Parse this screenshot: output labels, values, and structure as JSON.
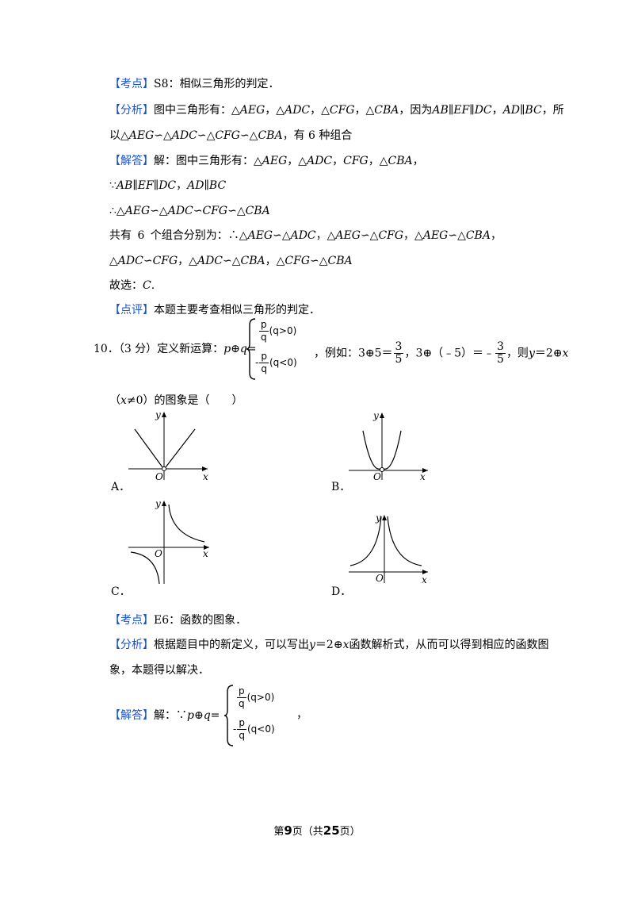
{
  "block1": {
    "kaodian_tag": "【考点】",
    "kaodian_text": "S8：相似三角形的判定．",
    "fenxi_tag": "【分析】",
    "fenxi_line1_a": "图中三角形有：△",
    "fenxi_line1_b": "AEG",
    "fenxi_line1_c": "，△",
    "fenxi_line1_d": "ADC",
    "fenxi_line1_e": "，△",
    "fenxi_line1_f": "CFG",
    "fenxi_line1_g": "，△",
    "fenxi_line1_h": "CBA",
    "fenxi_line1_i": "，因为",
    "fenxi_line1_j": "AB∥EF∥DC",
    "fenxi_line1_k": "，",
    "fenxi_line1_l": "AD∥BC",
    "fenxi_line1_m": "，所",
    "fenxi_line2_a": "以△",
    "fenxi_line2_b": "AEG",
    "fenxi_line2_c": "∽△",
    "fenxi_line2_d": "ADC",
    "fenxi_line2_e": "∽△",
    "fenxi_line2_f": "CFG",
    "fenxi_line2_g": "∽△",
    "fenxi_line2_h": "CBA",
    "fenxi_line2_i": "，有 6 种组合",
    "jieda_tag": "【解答】",
    "jieda_line1_a": "解：图中三角形有：△",
    "jieda_line1_b": "AEG",
    "jieda_line1_c": "，△",
    "jieda_line1_d": "ADC",
    "jieda_line1_e": "，",
    "jieda_line1_f": "CFG",
    "jieda_line1_g": "，△",
    "jieda_line1_h": "CBA",
    "jieda_line1_i": "，",
    "because_sym": "∵",
    "because_text": "AB∥EF∥DC",
    "because_sep": "，",
    "because_text2": "AD∥BC",
    "therefore_sym": "∴△",
    "therefore_text": "AEG",
    "therefore_b": "∽△",
    "therefore_c": "ADC",
    "therefore_d": "∽",
    "therefore_e": "CFG",
    "therefore_f": "∽△",
    "therefore_g": "CBA",
    "total_line1_a": "共有 6 个组合分别为：∴△",
    "total_line1_b": "AEG",
    "total_line1_c": "∽△",
    "total_line1_d": "ADC",
    "total_line1_e": "，△",
    "total_line1_f": "AEG",
    "total_line1_g": "∽△",
    "total_line1_h": "CFG",
    "total_line1_i": "，△",
    "total_line1_j": "AEG",
    "total_line1_k": "∽△",
    "total_line1_l": "CBA",
    "total_line1_m": "，",
    "total_line2_a": "△",
    "total_line2_b": "ADC",
    "total_line2_c": "∽",
    "total_line2_d": "CFG",
    "total_line2_e": "，△",
    "total_line2_f": "ADC",
    "total_line2_g": "∽△",
    "total_line2_h": "CBA",
    "total_line2_i": "，△",
    "total_line2_j": "CFG",
    "total_line2_k": "∽△",
    "total_line2_l": "CBA",
    "choice_a": "故选：",
    "choice_b": "C",
    "choice_c": ".",
    "dianping_tag": "【点评】",
    "dianping_text": "本题主要考查相似三角形的判定．"
  },
  "q10": {
    "number": "10．",
    "score": "（3 分）",
    "def_text": "定义新运算：",
    "def_expr_p": "p",
    "def_expr_op": "⊕",
    "def_expr_q": "q",
    "def_eq": "=",
    "case1_num": "p",
    "case1_den": "q",
    "case1_cond": "(q>0)",
    "case2_sign": "-",
    "case2_num": "p",
    "case2_den": "q",
    "case2_cond": "(q<0)",
    "example_a": "，例如：3⊕5＝",
    "ex1_num": "3",
    "ex1_den": "5",
    "example_b": "，3⊕（﹣5）＝﹣",
    "ex2_num": "3",
    "ex2_den": "5",
    "example_c": "，则",
    "example_y": "y",
    "example_d": "＝2⊕",
    "example_x": "x",
    "cond_a": "（",
    "cond_x": "x",
    "cond_b": "≠0）的图象是（　　）",
    "options": [
      "A．",
      "B．",
      "C．",
      "D．"
    ],
    "axis_x": "x",
    "axis_y": "y",
    "origin": "O"
  },
  "block2": {
    "kaodian_tag": "【考点】",
    "kaodian_text": "E6：函数的图象．",
    "fenxi_tag": "【分析】",
    "fenxi_a": "根据题目中的新定义，可以写出",
    "fenxi_y": "y",
    "fenxi_b": "＝2⊕",
    "fenxi_x": "x",
    "fenxi_c": "函数解析式，从而可以得到相应的函数图",
    "fenxi_line2": "象，本题得以解决．",
    "jieda_tag": "【解答】",
    "jieda_a": "解：∵",
    "jieda_p": "p",
    "jieda_op": "⊕",
    "jieda_q": "q",
    "jieda_eq": "=",
    "jieda_comma": "，"
  },
  "footer": {
    "pre": "第",
    "page": "9",
    "mid": "页（共",
    "total": "25",
    "post": "页）"
  }
}
